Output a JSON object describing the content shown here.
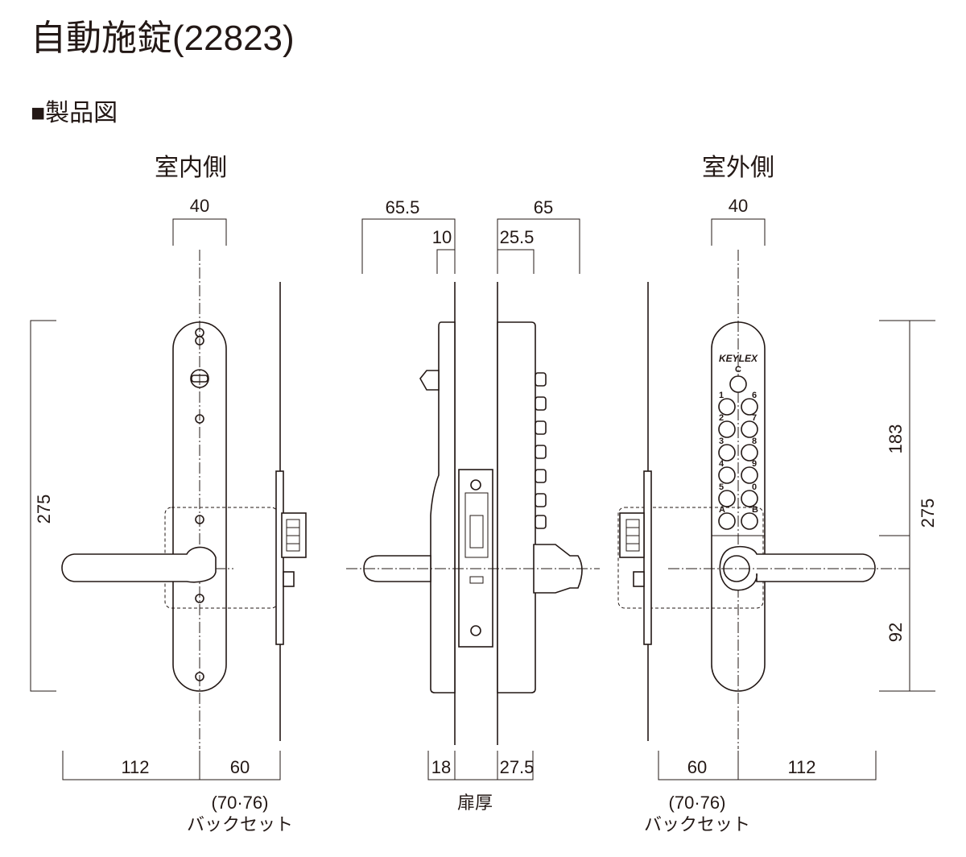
{
  "title": "自動施錠(22823)",
  "section": "■製品図",
  "views": {
    "indoor": {
      "label": "室内側",
      "width": "40",
      "height": "275",
      "left": "112",
      "right": "60",
      "backset_range": "(70·76)",
      "backset_label": "バックセット"
    },
    "side": {
      "top_left": "65.5",
      "top_left_inner": "10",
      "top_right": "65",
      "top_right_inner": "25.5",
      "bottom_left": "18",
      "bottom_right": "27.5",
      "door_thickness_label": "扉厚"
    },
    "outdoor": {
      "label": "室外側",
      "width": "40",
      "upper": "183",
      "lower": "92",
      "height": "275",
      "left": "60",
      "right": "112",
      "backset_range": "(70·76)",
      "backset_label": "バックセット"
    }
  },
  "keypad": {
    "logo": "KEYLEX",
    "top": "C",
    "left": [
      "1",
      "2",
      "3",
      "4",
      "5",
      "A"
    ],
    "right": [
      "6",
      "7",
      "8",
      "9",
      "0",
      "B"
    ]
  }
}
